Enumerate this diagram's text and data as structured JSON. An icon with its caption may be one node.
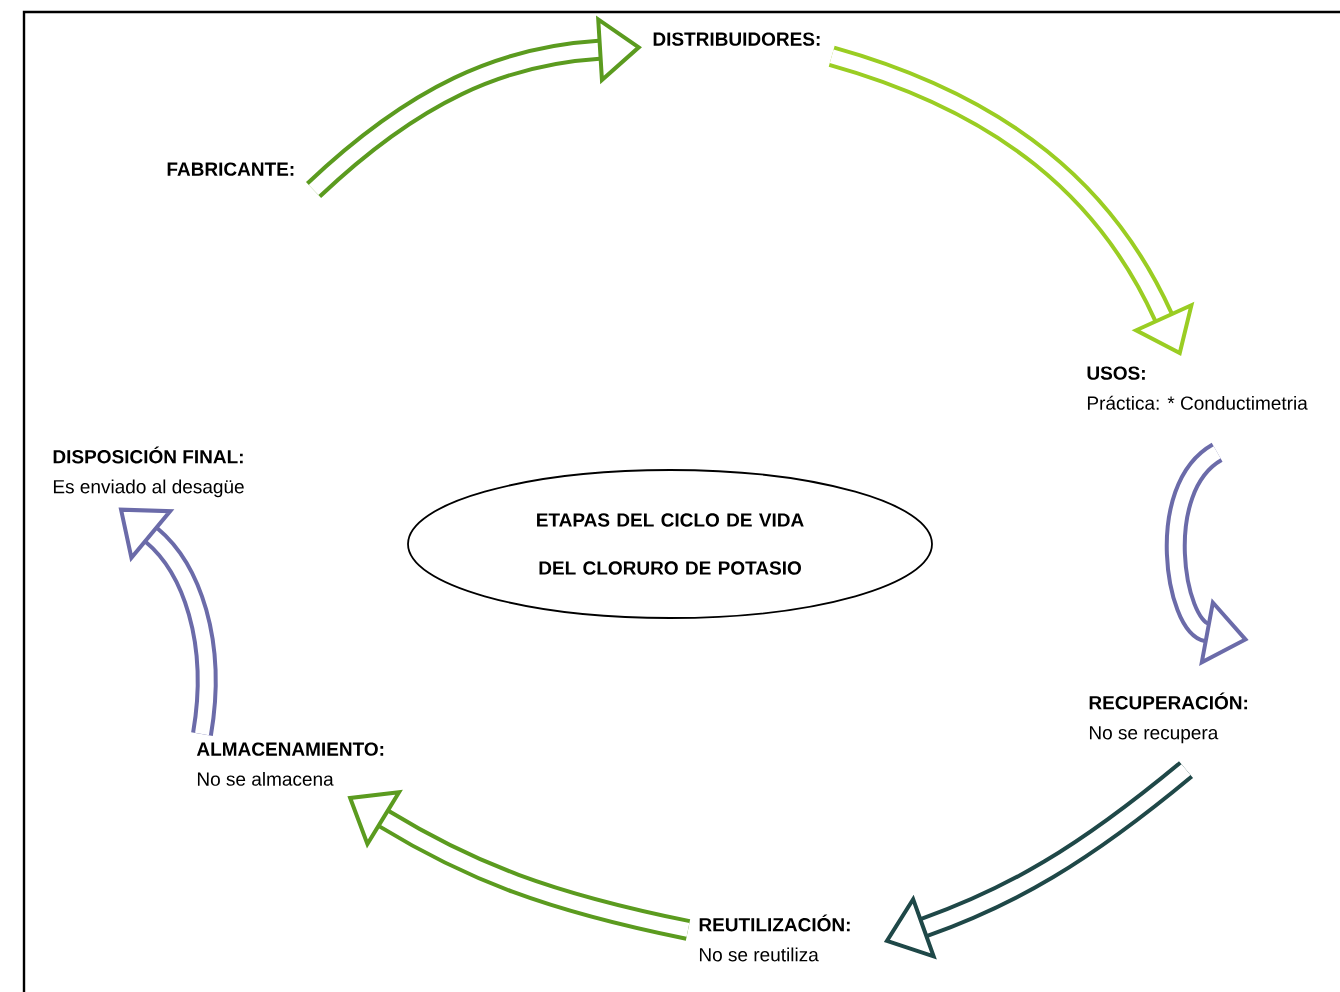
{
  "diagram": {
    "nodes": [
      {
        "text": [
          "DISTRIBUIDORES:"
        ]
      },
      {
        "text": [
          "FABRICANTE:"
        ]
      },
      {
        "text": [
          "USOS:",
          "Práctica: * Conductimetria"
        ]
      },
      {
        "text": [
          "RECUPERACIÓN:",
          "No se recupera"
        ]
      },
      {
        "text": [
          "REUTILIZACIÓN:",
          "No se reutiliza"
        ]
      },
      {
        "text": [
          "ALMACENAMIENTO:",
          "No se almacena"
        ]
      },
      {
        "text": [
          "DISPOSICIÓN FINAL:",
          "Es enviado al desagüe"
        ]
      },
      {
        "text": [
          "ETAPAS DEL CICLO DE VIDA DEL CLORURO DE POTASIO"
        ]
      }
    ],
    "edges": [
      {
        "from": 1,
        "to": 0,
        "arrow": "to",
        "color": "#5b9b1f"
      },
      {
        "from": 0,
        "to": 2,
        "arrow": "to",
        "color": "#9acd23"
      },
      {
        "from": 2,
        "to": 3,
        "arrow": "to",
        "color": "#6b6ba9"
      },
      {
        "from": 3,
        "to": 4,
        "arrow": "to",
        "color": "#1f4848"
      },
      {
        "from": 4,
        "to": 5,
        "arrow": "to",
        "color": "#5b9b1f"
      },
      {
        "from": 5,
        "to": 6,
        "arrow": "to",
        "color": "#6b6ba9"
      }
    ]
  }
}
